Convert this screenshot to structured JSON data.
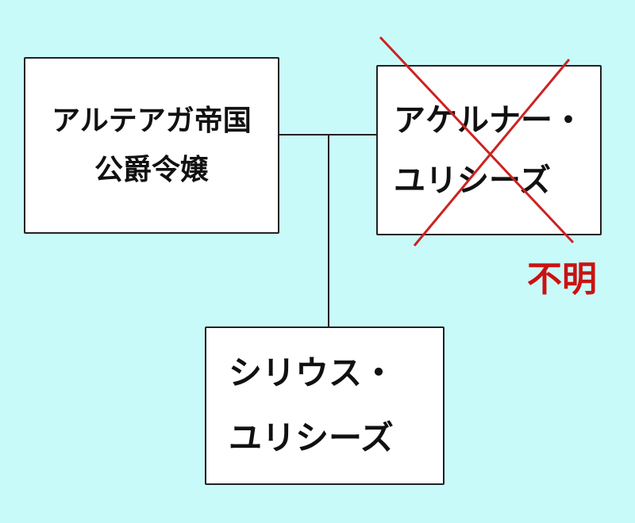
{
  "nodes": {
    "mother": {
      "line1": "アルテアガ帝国",
      "line2": "公爵令嬢"
    },
    "father": {
      "line1": "アケルナー・",
      "line2": "ユリシーズ"
    },
    "child": {
      "line1": "シリウス・",
      "line2": "ユリシーズ"
    }
  },
  "father_status": "不明",
  "colors": {
    "background": "#c9fafa",
    "cross": "#cc2222",
    "status": "#cc1111"
  }
}
